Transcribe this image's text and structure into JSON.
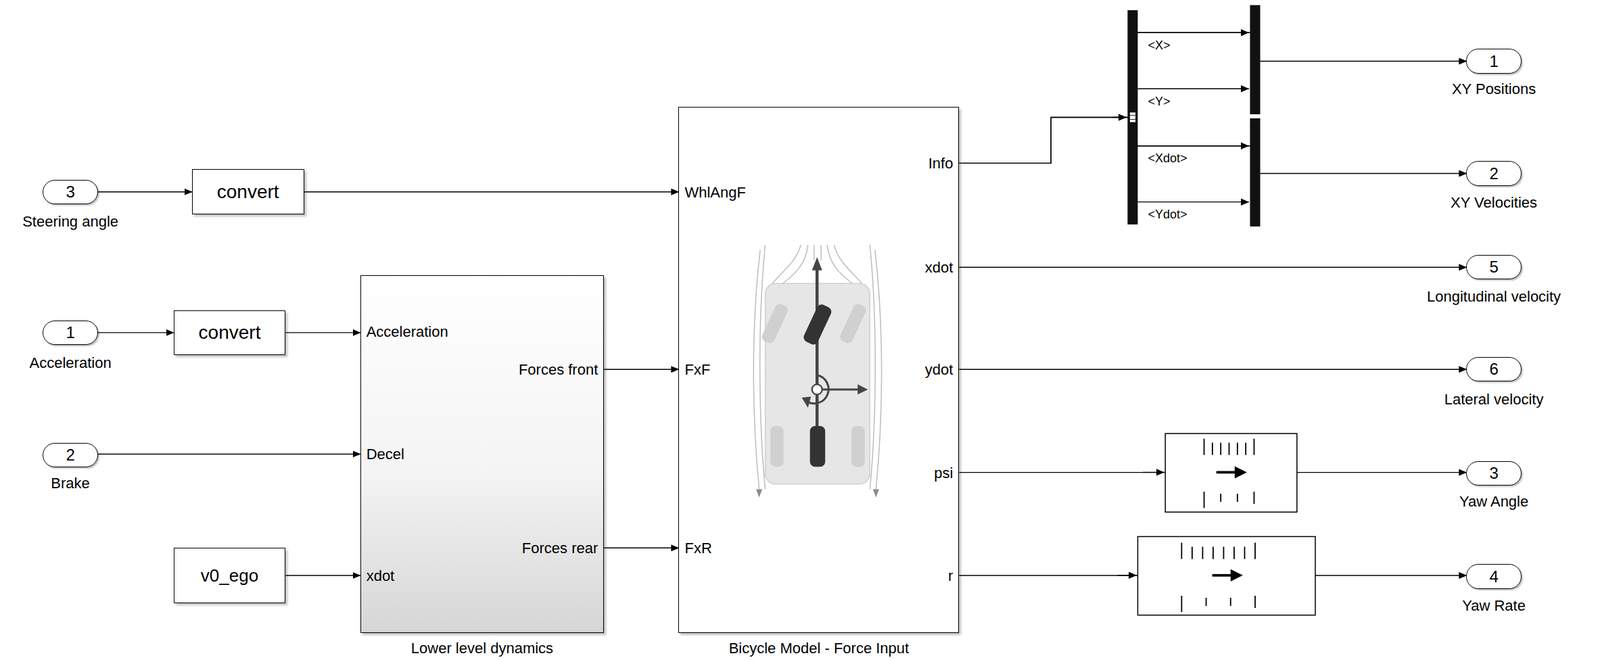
{
  "diagram": {
    "nodes": [
      {
        "text": [
          "3",
          "Steering angle"
        ]
      },
      {
        "text": [
          "convert"
        ]
      },
      {
        "text": [
          "1",
          "Acceleration"
        ]
      },
      {
        "text": [
          "convert"
        ]
      },
      {
        "text": [
          "2",
          "Brake"
        ]
      },
      {
        "text": [
          "v0_ego"
        ]
      },
      {
        "text": [
          "Acceleration",
          "Decel",
          "xdot",
          "Forces front",
          "Forces rear",
          "Lower level dynamics"
        ]
      },
      {
        "text": [
          "WhlAngF",
          "FxF",
          "FxR",
          "Info",
          "xdot",
          "ydot",
          "psi",
          "r",
          "Bicycle Model - Force Input"
        ]
      },
      {
        "text": [
          "1",
          "XY Positions"
        ]
      },
      {
        "text": [
          "2",
          "XY Velocities"
        ]
      },
      {
        "text": [
          "5",
          "Longitudinal velocity"
        ]
      },
      {
        "text": [
          "6",
          "Lateral velocity"
        ]
      },
      {
        "text": [
          "3",
          "Yaw Angle"
        ]
      },
      {
        "text": [
          "4",
          "Yaw Rate"
        ]
      }
    ],
    "edges": [
      {
        "from": 0,
        "to": 1,
        "arrow": "to"
      },
      {
        "from": 1,
        "to": 7,
        "arrow": "to"
      },
      {
        "from": 2,
        "to": 3,
        "arrow": "to"
      },
      {
        "from": 3,
        "to": 6,
        "arrow": "to"
      },
      {
        "from": 4,
        "to": 6,
        "arrow": "to"
      },
      {
        "from": 5,
        "to": 6,
        "arrow": "to"
      },
      {
        "from": 6,
        "to": 7,
        "arrow": "to"
      },
      {
        "from": 6,
        "to": 7,
        "arrow": "to"
      },
      {
        "from": 7,
        "to": 8,
        "arrow": "to"
      },
      {
        "from": 7,
        "to": 9,
        "arrow": "to"
      },
      {
        "from": 7,
        "to": 10,
        "arrow": "to"
      },
      {
        "from": 7,
        "to": 11,
        "arrow": "to"
      },
      {
        "from": 7,
        "to": 12,
        "arrow": "to"
      },
      {
        "from": 7,
        "to": 13,
        "arrow": "to"
      }
    ],
    "labels": [
      "<X>",
      "<Y>",
      "<Xdot>",
      "<Ydot>"
    ]
  }
}
